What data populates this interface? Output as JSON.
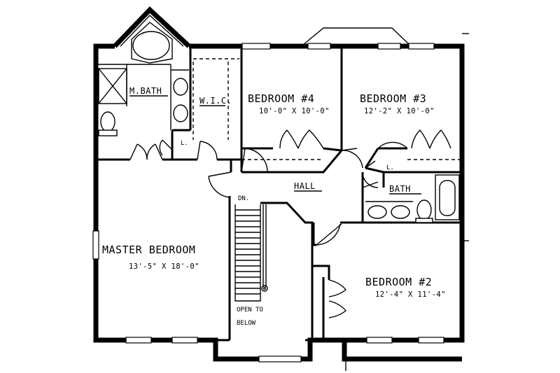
{
  "rooms": {
    "master_bedroom": {
      "name": "MASTER BEDROOM",
      "size": "13'-5\" X 18'-0\""
    },
    "master_bath": {
      "name": "M.BATH"
    },
    "walk_in_closet": {
      "name": "W.I.C."
    },
    "bedroom_4": {
      "name": "BEDROOM #4",
      "size": "10'-0\" X 10'-0\""
    },
    "bedroom_3": {
      "name": "BEDROOM #3",
      "size": "12'-2\" X 10'-0\""
    },
    "bedroom_2": {
      "name": "BEDROOM #2",
      "size": "12'-4\" X 11'-4\""
    },
    "hall": {
      "name": "HALL"
    },
    "bath": {
      "name": "BATH"
    },
    "linen_master": {
      "name": "L."
    },
    "linen_hall": {
      "name": "L."
    }
  },
  "annotations": {
    "stair_down": "DN.",
    "open_to_below_line1": "OPEN TO",
    "open_to_below_line2": "BELOW"
  }
}
